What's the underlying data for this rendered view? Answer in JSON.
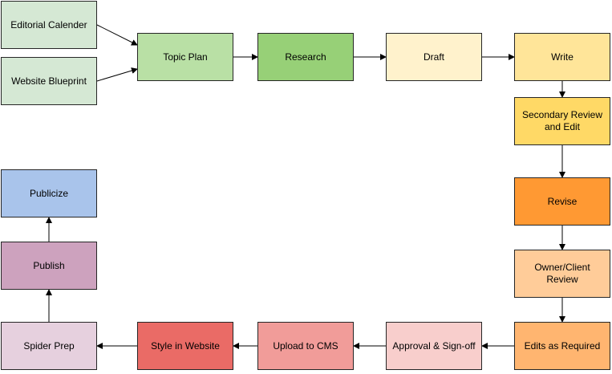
{
  "nodes": [
    {
      "id": "editorial-calender",
      "label": "Editorial Calender",
      "color": "#d5e8d4"
    },
    {
      "id": "website-blueprint",
      "label": "Website Blueprint",
      "color": "#d5e8d4"
    },
    {
      "id": "topic-plan",
      "label": "Topic Plan",
      "color": "#b9e0a5"
    },
    {
      "id": "research",
      "label": "Research",
      "color": "#97d077"
    },
    {
      "id": "draft",
      "label": "Draft",
      "color": "#fff2cc"
    },
    {
      "id": "write",
      "label": "Write",
      "color": "#ffe599"
    },
    {
      "id": "secondary-review",
      "label": "Secondary Review and Edit",
      "color": "#ffd966"
    },
    {
      "id": "revise",
      "label": "Revise",
      "color": "#ff9933"
    },
    {
      "id": "owner-client-review",
      "label": "Owner/Client Review",
      "color": "#ffcc99"
    },
    {
      "id": "edits-as-required",
      "label": "Edits as Required",
      "color": "#ffb570"
    },
    {
      "id": "approval-sign-off",
      "label": "Approval & Sign-off",
      "color": "#f8cecc"
    },
    {
      "id": "upload-to-cms",
      "label": "Upload to CMS",
      "color": "#f19c99"
    },
    {
      "id": "style-in-website",
      "label": "Style in Website",
      "color": "#ea6b66"
    },
    {
      "id": "spider-prep",
      "label": "Spider Prep",
      "color": "#e6d0de"
    },
    {
      "id": "publish",
      "label": "Publish",
      "color": "#cda2be"
    },
    {
      "id": "publicize",
      "label": "Publicize",
      "color": "#a9c4eb"
    }
  ],
  "edges": [
    [
      "editorial-calender",
      "topic-plan"
    ],
    [
      "website-blueprint",
      "topic-plan"
    ],
    [
      "topic-plan",
      "research"
    ],
    [
      "research",
      "draft"
    ],
    [
      "draft",
      "write"
    ],
    [
      "write",
      "secondary-review"
    ],
    [
      "secondary-review",
      "revise"
    ],
    [
      "revise",
      "owner-client-review"
    ],
    [
      "owner-client-review",
      "edits-as-required"
    ],
    [
      "edits-as-required",
      "approval-sign-off"
    ],
    [
      "approval-sign-off",
      "upload-to-cms"
    ],
    [
      "upload-to-cms",
      "style-in-website"
    ],
    [
      "style-in-website",
      "spider-prep"
    ],
    [
      "spider-prep",
      "publish"
    ],
    [
      "publish",
      "publicize"
    ]
  ]
}
